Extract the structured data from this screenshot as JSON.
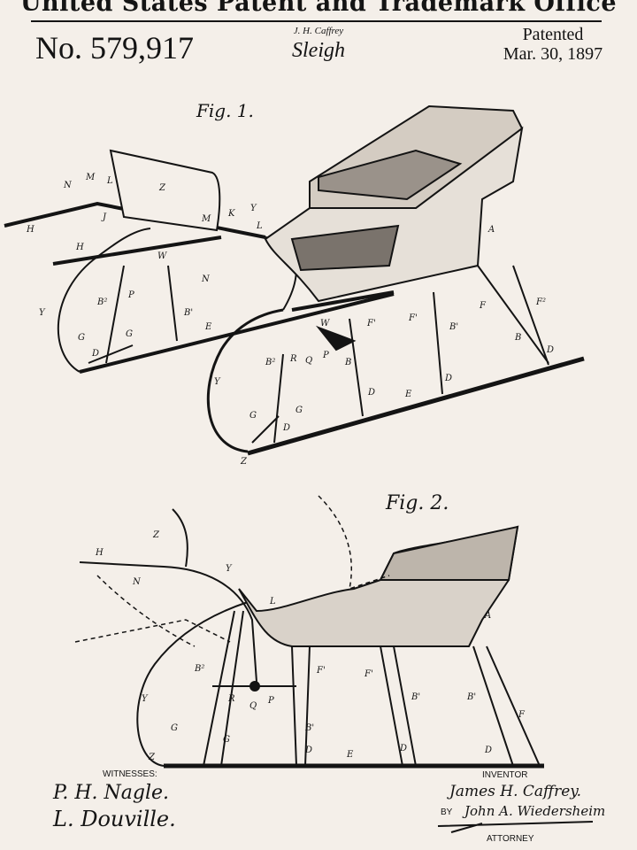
{
  "header": {
    "office": "United States Patent and Trademark Office",
    "patent_number": "No. 579,917",
    "inventor_name": "J. H. Caffrey",
    "title": "Sleigh",
    "patented_label": "Patented",
    "date": "Mar. 30, 1897"
  },
  "figures": {
    "fig1": "Fig. 1.",
    "fig2": "Fig. 2."
  },
  "fig1_labels": [
    "N",
    "M",
    "L",
    "Z",
    "M",
    "K",
    "Y",
    "L",
    "J",
    "H",
    "H",
    "W",
    "N",
    "A",
    "Y",
    "B²",
    "P",
    "B'",
    "E",
    "G",
    "G",
    "D",
    "F'",
    "F'",
    "B'",
    "F²",
    "F",
    "B",
    "D",
    "W",
    "B²",
    "R",
    "Q",
    "P",
    "B",
    "D",
    "E",
    "D",
    "Y",
    "G",
    "G",
    "D",
    "Z"
  ],
  "fig2_labels": [
    "Z",
    "H",
    "N",
    "Y",
    "L",
    "A",
    "B²",
    "F'",
    "F'",
    "B'",
    "B'",
    "F",
    "Y",
    "R",
    "Q",
    "P",
    "B'",
    "G",
    "G",
    "D",
    "E",
    "D",
    "D",
    "Z"
  ],
  "footer": {
    "witnesses_label": "WITNESSES:",
    "witness1": "P. H. Nagle.",
    "witness2": "L. Douville.",
    "inventor_label": "INVENTOR",
    "inventor_signature": "James H. Caffrey.",
    "by_label": "BY",
    "attorney_signature": "John A. Wiedersheim",
    "attorney_label": "ATTORNEY"
  },
  "colors": {
    "paper": "#f4efe9",
    "ink": "#141414"
  }
}
